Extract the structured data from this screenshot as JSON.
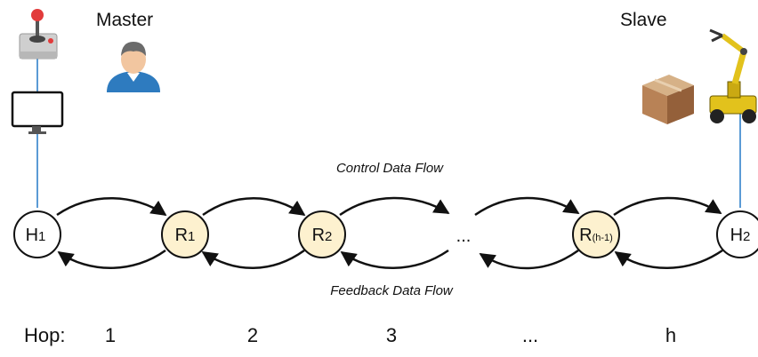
{
  "labels": {
    "master": "Master",
    "slave": "Slave",
    "control_flow": "Control Data Flow",
    "feedback_flow": "Feedback Data Flow"
  },
  "nodes": {
    "h1": {
      "main": "H",
      "sub": "1"
    },
    "r1": {
      "main": "R",
      "sub": "1"
    },
    "r2": {
      "main": "R",
      "sub": "2"
    },
    "ellipsis": "...",
    "rh1": {
      "main": "R",
      "sub": "(h-1)"
    },
    "h2": {
      "main": "H",
      "sub": "2"
    }
  },
  "hops": {
    "label": "Hop:",
    "values": [
      "1",
      "2",
      "3",
      "...",
      "h"
    ]
  },
  "icons": {
    "joystick": "joystick-icon",
    "monitor": "monitor-icon",
    "person": "person-icon",
    "box": "box-icon",
    "robot": "robot-arm-icon"
  },
  "colors": {
    "host_fill": "#ffffff",
    "relay_fill": "#fdf1cf",
    "link": "#5b9bd5",
    "stroke": "#111111"
  }
}
